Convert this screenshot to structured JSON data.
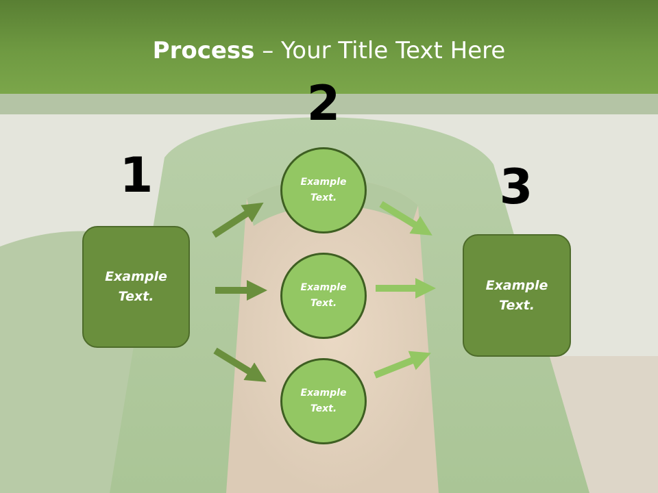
{
  "slide": {
    "title_bold": "Process",
    "title_sep": " – ",
    "title_rest": "Your Title Text Here"
  },
  "steps": [
    {
      "number": "1",
      "text": "Example Text."
    },
    {
      "number": "2",
      "text": "Example Text."
    },
    {
      "number": "3",
      "text": "Example Text."
    }
  ],
  "circles": [
    {
      "text": "Example Text."
    },
    {
      "text": "Example Text."
    },
    {
      "text": "Example Text."
    }
  ],
  "colors": {
    "header": "#6f9a42",
    "box_fill": "#6a8f3d",
    "circle_fill": "#93c763",
    "arrow_dark": "#6a8f3d",
    "arrow_light": "#93c763"
  }
}
